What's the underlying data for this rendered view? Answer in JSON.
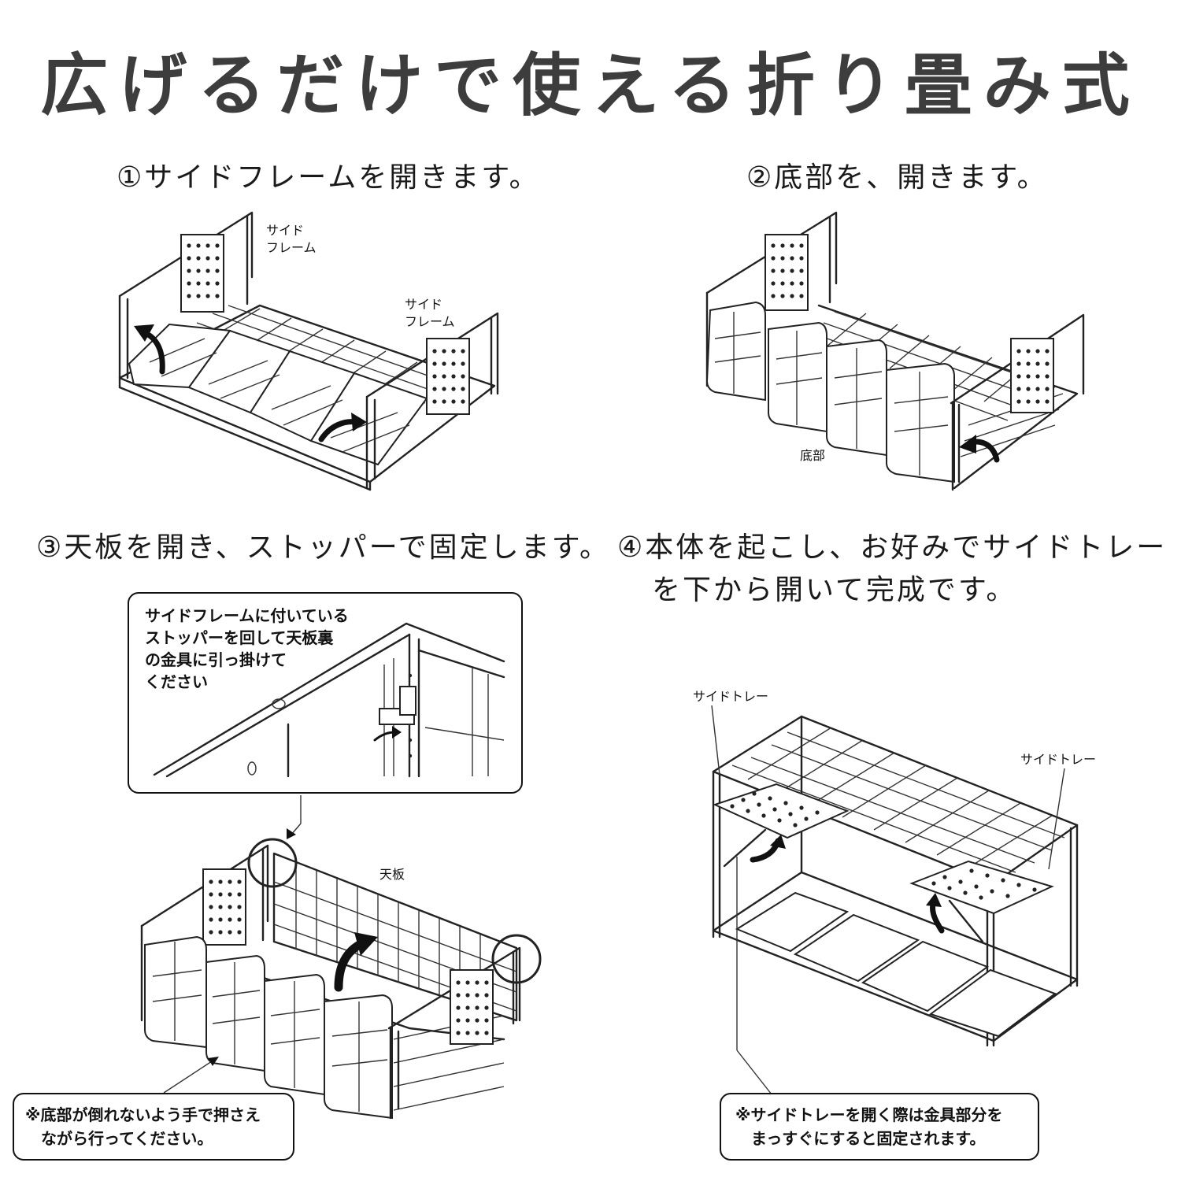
{
  "title": "広げるだけで使える折り畳み式",
  "steps": {
    "step1": "①サイドフレームを開きます。",
    "step2": "②底部を、開きます。",
    "step3": "③天板を開き、ストッパーで固定します。",
    "step4_line1": "④本体を起こし、お好みでサイドトレー",
    "step4_line2": "を下から開いて完成です。"
  },
  "labels": {
    "side_frame_a_1": "サイド",
    "side_frame_a_2": "フレーム",
    "side_frame_b_1": "サイド",
    "side_frame_b_2": "フレーム",
    "bottom": "底部",
    "top_board": "天板",
    "side_tray_left": "サイドトレー",
    "side_tray_right": "サイドトレー"
  },
  "callouts": {
    "stopper_1": "サイドフレームに付いている",
    "stopper_2": "ストッパーを回して天板裏",
    "stopper_3": "の金具に引っ掛けて",
    "stopper_4": "ください",
    "bottom_note_1": "※底部が倒れないよう手で押さえ",
    "bottom_note_2": "ながら行ってください。",
    "tray_note_1": "※サイドトレーを開く際は金具部分を",
    "tray_note_2": "まっすぐにすると固定されます。"
  },
  "colors": {
    "title": "#3d3d3d",
    "line": "#222222",
    "background": "#ffffff"
  }
}
